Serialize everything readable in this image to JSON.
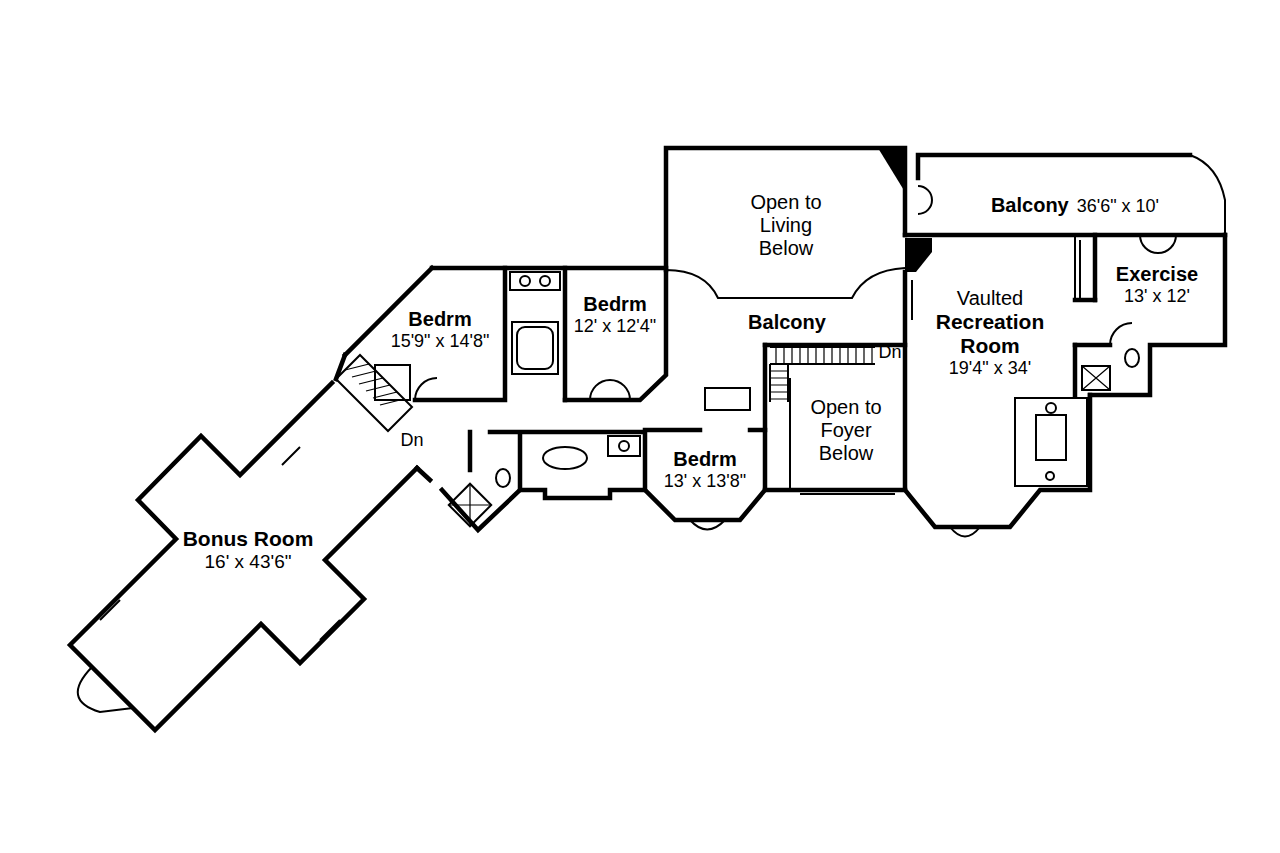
{
  "diagram": {
    "nodes": [
      {
        "text": [
          "Open to Living Below"
        ]
      },
      {
        "text": [
          "Balcony",
          "36'6\" x 10'"
        ]
      },
      {
        "text": [
          "Exercise",
          "13' x 12'"
        ]
      },
      {
        "text": [
          "Bedrm",
          "15'9\" x 14'8\""
        ]
      },
      {
        "text": [
          "Bedrm",
          "12' x 12'4\""
        ]
      },
      {
        "text": [
          "Balcony"
        ]
      },
      {
        "text": [
          "Vaulted",
          "Recreation Room",
          "19'4\" x 34'"
        ]
      },
      {
        "text": [
          "Open to Foyer Below"
        ]
      },
      {
        "text": [
          "Bedrm",
          "13' x 13'8\""
        ]
      },
      {
        "text": [
          "Bonus Room",
          "16' x 43'6\""
        ]
      }
    ],
    "labels": [
      "Dn",
      "Dn"
    ]
  }
}
